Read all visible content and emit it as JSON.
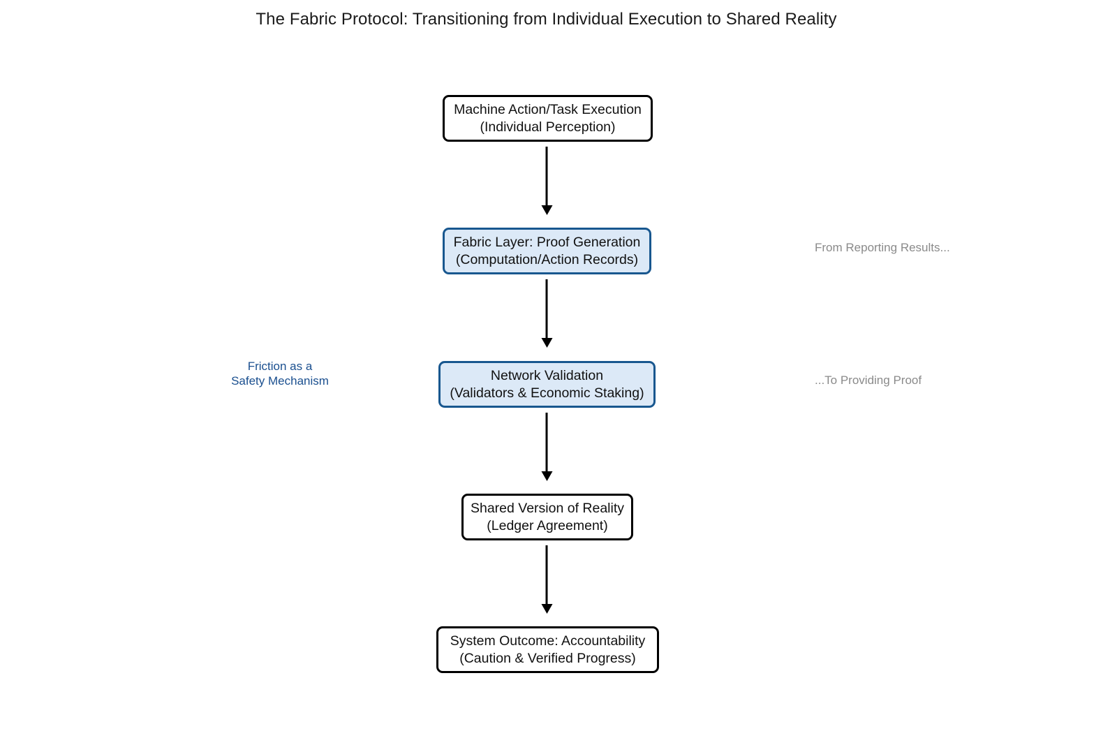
{
  "title": "The Fabric Protocol: Transitioning from Individual Execution to Shared Reality",
  "colors": {
    "background": "#ffffff",
    "node_border": "#000000",
    "node_fill": "#ffffff",
    "accent_border": "#18578f",
    "accent_fill": "#dce9f7",
    "accent_text": "#1a4f8f",
    "muted_text": "#8a8a8a",
    "arrow": "#000000"
  },
  "flow": {
    "nodes": [
      {
        "id": "execution",
        "line1": "Machine Action/Task Execution",
        "line2": "(Individual Perception)",
        "highlighted": false
      },
      {
        "id": "fabric",
        "line1": "Fabric Layer: Proof Generation",
        "line2": "(Computation/Action Records)",
        "highlighted": true
      },
      {
        "id": "validation",
        "line1": "Network Validation",
        "line2": "(Validators & Economic Staking)",
        "highlighted": true
      },
      {
        "id": "ledger",
        "line1": "Shared Version of Reality",
        "line2": "(Ledger Agreement)",
        "highlighted": false
      },
      {
        "id": "outcome",
        "line1": "System Outcome: Accountability",
        "line2": "(Caution & Verified Progress)",
        "highlighted": false
      }
    ],
    "connectors": [
      {
        "from": "execution",
        "to": "fabric",
        "style": "arrow-down"
      },
      {
        "from": "fabric",
        "to": "validation",
        "style": "arrow-down"
      },
      {
        "from": "validation",
        "to": "ledger",
        "style": "arrow-down"
      },
      {
        "from": "ledger",
        "to": "outcome",
        "style": "arrow-down"
      }
    ]
  },
  "annotations": {
    "reporting": "From Reporting Results...",
    "proof": "...To Providing Proof",
    "friction_line1": "Friction as a",
    "friction_line2": "Safety Mechanism"
  }
}
